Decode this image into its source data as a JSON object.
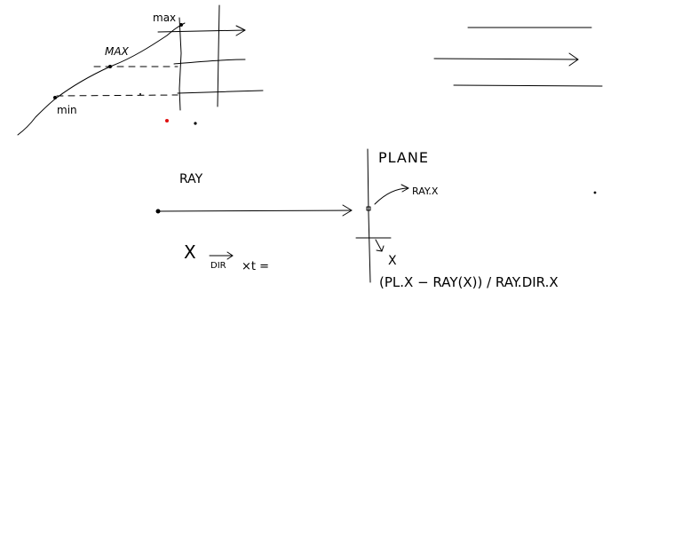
{
  "labels": {
    "top_max": "max",
    "mid_max": "MAX",
    "min": "min",
    "ray": "RAY",
    "plane": "PLANE",
    "ray_x": "RAY.X",
    "x_sym": "X",
    "x_arrow": "X",
    "dir_lead": "X",
    "dir_sub": "DIR",
    "dir_times_t": "×t =",
    "formula": "(PL.X − RAY(X)) / RAY.DIR.X"
  },
  "colors": {
    "ink": "#000000",
    "accent": "#e01010",
    "background": "#ffffff"
  }
}
